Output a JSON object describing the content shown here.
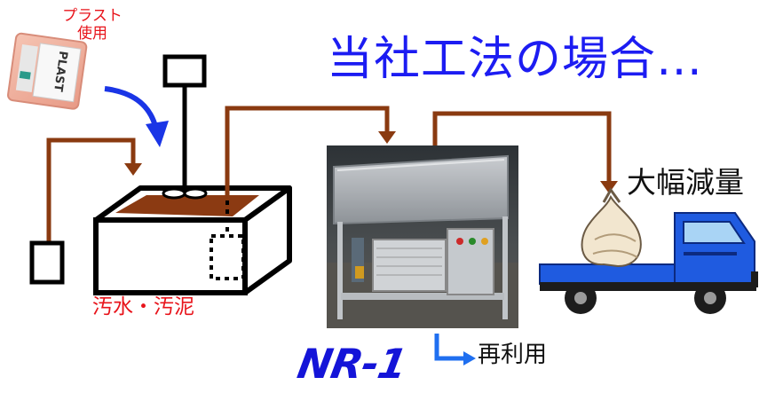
{
  "labels": {
    "plast_line1": "プラスト",
    "plast_line2": "使用",
    "headline": "当社工法の場合…",
    "reduction": "大幅減量",
    "sludge": "汚水・汚泥",
    "reuse": "再利用",
    "model": "NR-1"
  },
  "bag_text": "PLAST",
  "colors": {
    "flow_arrow": "#8a3a10",
    "headline": "#1c1cf2",
    "note_red": "#e8141b",
    "truck_blue": "#1f5be0",
    "reuse_arrow": "#1f6ff0",
    "sludge_fill": "#8b3a12"
  }
}
